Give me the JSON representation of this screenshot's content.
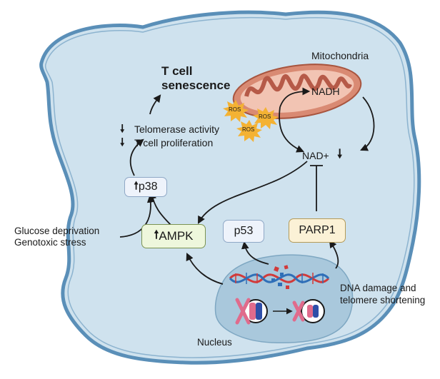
{
  "labels": {
    "mitochondria": "Mitochondria",
    "nadh": "NADH",
    "nad_plus": "NAD+",
    "t_cell_senescence_line1": "T cell",
    "t_cell_senescence_line2": "senescence",
    "telomerase_activity": "Telomerase activity",
    "t_cell_proliferation": "T cell proliferation",
    "glucose_deprivation": "Glucose deprivation",
    "genotoxic_stress": "Genotoxic stress",
    "dna_damage_line1": "DNA damage and",
    "dna_damage_line2": "telomere shortening",
    "nucleus": "Nucleus",
    "ros": "ROS"
  },
  "boxes": {
    "p38": "p38",
    "ampk": "AMPK",
    "p53": "p53",
    "parp1": "PARP1"
  },
  "glyphs": {
    "up_arrow": "🠕",
    "down_arrow": "🠗"
  },
  "colors": {
    "cell_fill": "#cfe2ee",
    "cell_border": "#5a8fb8",
    "nucleus_fill": "#a9c8dc",
    "mito_outer": "#d98a73",
    "mito_inner": "#b65a48",
    "ros_fill": "#f4b233",
    "p38_box": "#eef3fb",
    "ampk_box": "#eef7dc",
    "p53_box": "#eef3fb",
    "parp1_box": "#fbf1d6",
    "dna_red": "#d13a3a",
    "dna_blue": "#2f6fb8",
    "chromosome_pink": "#e06b8c",
    "chromosome_blue": "#2f4fa8"
  }
}
